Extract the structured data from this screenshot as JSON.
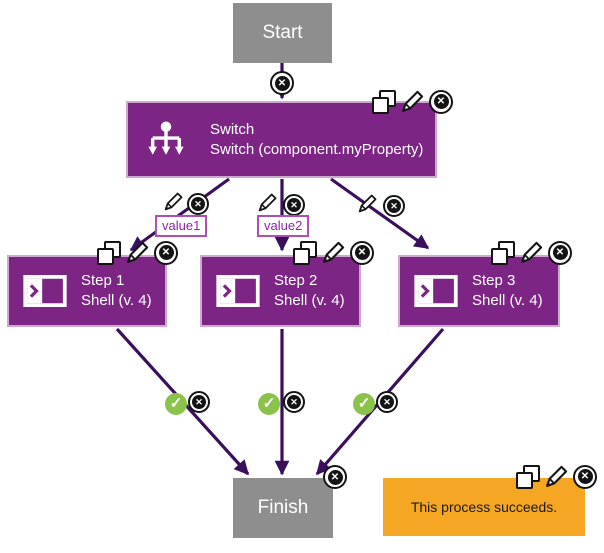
{
  "colors": {
    "canvasBg": "#ffffff",
    "purple": "#7d2584",
    "purpleBorder": "#cfa8d2",
    "gray": "#8e8e8e",
    "edge": "#3a0f5c",
    "noteBg": "#f5a623",
    "noteText": "#1a1a1a",
    "labelPurple": "#8e24aa",
    "labelBorder": "#ad4fb5",
    "green": "#8bc34a",
    "iconBlack": "#141414"
  },
  "nodes": {
    "start": {
      "label": "Start"
    },
    "switch": {
      "title": "Switch",
      "subtitle": "Switch (component.myProperty)"
    },
    "steps": [
      {
        "title": "Step 1",
        "subtitle": "Shell (v. 4)"
      },
      {
        "title": "Step 2",
        "subtitle": "Shell (v. 4)"
      },
      {
        "title": "Step 3",
        "subtitle": "Shell (v. 4)"
      }
    ],
    "finish": {
      "label": "Finish"
    },
    "note": {
      "text": "This process succeeds."
    }
  },
  "edges": {
    "branch_labels": [
      "value1",
      "value2"
    ]
  },
  "icons": {
    "delete_glyph": "✕",
    "check_glyph": "✓",
    "copy": "copy-icon",
    "edit": "pencil-icon",
    "delete": "delete-icon",
    "success": "check-icon"
  }
}
